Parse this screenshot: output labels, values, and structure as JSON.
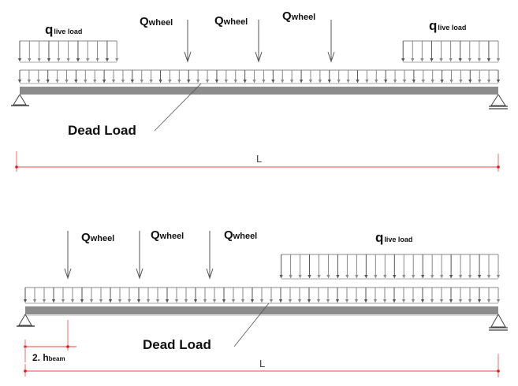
{
  "colors": {
    "beam": "#8c8c8c",
    "load_line": "#8a8a8a",
    "load_arrow_dark": "#555555",
    "support": "#444444",
    "dimension": "#f26b6b",
    "dimension_point": "#ee1111",
    "leader": "#444444",
    "text": "#111111"
  },
  "diagrams": [
    {
      "name": "load-case-1",
      "wheel_label": {
        "main": "Q",
        "sub": "wheel"
      },
      "live_label": {
        "main": "q",
        "sub": "live load"
      },
      "dead_load_label": "Dead Load",
      "span_label": "L",
      "wheel_loads_count": 3,
      "live_load_segments": [
        {
          "from_fraction": 0.0,
          "to_fraction": 0.203
        },
        {
          "from_fraction": 0.801,
          "to_fraction": 1.0
        }
      ]
    },
    {
      "name": "load-case-2",
      "wheel_label": {
        "main": "Q",
        "sub": "wheel"
      },
      "live_label": {
        "main": "q",
        "sub": "live load"
      },
      "dead_load_label": "Dead Load",
      "span_label": "L",
      "offset_label": {
        "main": "2. h",
        "sub": "beam"
      },
      "wheel_loads_count": 3,
      "live_load_segments": [
        {
          "from_fraction": 0.541,
          "to_fraction": 1.0
        }
      ]
    }
  ]
}
